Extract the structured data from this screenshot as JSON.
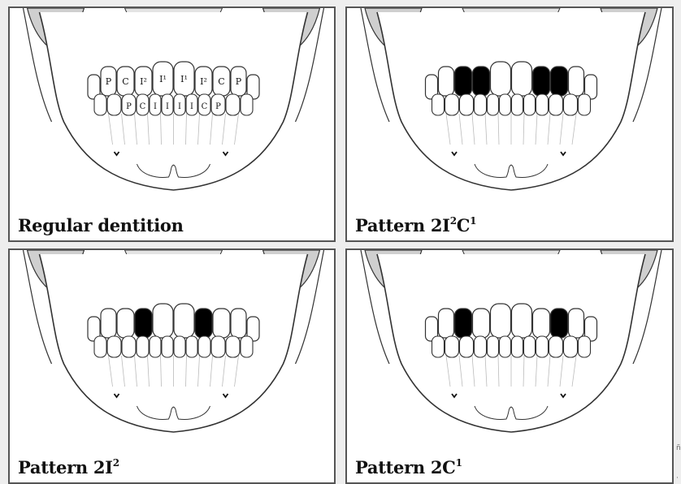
{
  "panels": [
    {
      "id": "regular-dentition",
      "caption": "Regular dentition",
      "labels": {
        "upper": [
          "P",
          "C",
          "I²",
          "I¹",
          "I¹",
          "I²",
          "C",
          "P"
        ],
        "lower": [
          "P",
          "C",
          "I",
          "I",
          "I",
          "I",
          "C",
          "P"
        ]
      },
      "missing_teeth": []
    },
    {
      "id": "pattern-2i2c1",
      "caption": {
        "prefix": "Pattern 2I",
        "sup1": "2",
        "mid": "C",
        "sup2": "1"
      },
      "missing_teeth": [
        "upper-right-canine",
        "upper-right-lateral-incisor",
        "upper-left-lateral-incisor",
        "upper-left-canine"
      ]
    },
    {
      "id": "pattern-2i2",
      "caption": {
        "prefix": "Pattern 2I",
        "sup1": "2"
      },
      "missing_teeth": [
        "upper-right-lateral-incisor",
        "upper-left-lateral-incisor"
      ]
    },
    {
      "id": "pattern-2c1",
      "caption": {
        "prefix": "Pattern 2C",
        "sup1": "1"
      },
      "missing_teeth": [
        "upper-right-canine",
        "upper-left-canine"
      ]
    }
  ],
  "edge_marks": [
    "ñ",
    "·"
  ],
  "colors": {
    "missing_tooth": "#000000",
    "bone": "#ffffff",
    "outline": "#333333",
    "shading": "#cfcfcf"
  }
}
